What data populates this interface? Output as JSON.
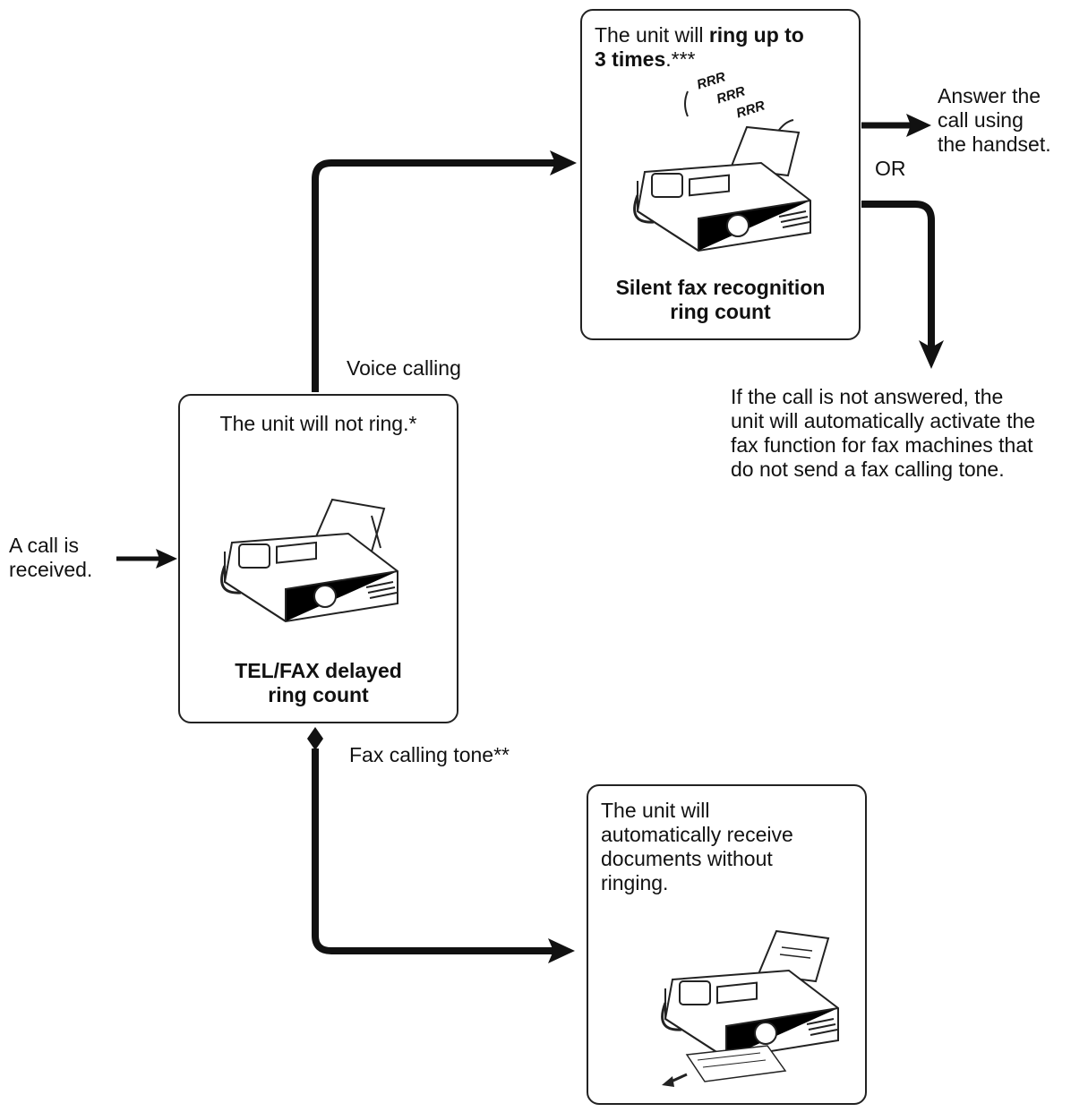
{
  "incoming": {
    "line1": "A call is",
    "line2": "received."
  },
  "delayed_box": {
    "note": "The unit will not ring.*",
    "title_line1": "TEL/FAX delayed",
    "title_line2": "ring count"
  },
  "voice_label": "Voice calling",
  "fax_tone_label": "Fax calling tone**",
  "silent_box": {
    "lead": "The unit will ",
    "lead_bold": "ring up to",
    "line2_bold": "3 times",
    "line2_rest": ".***",
    "ring_sound": [
      "RRR",
      "RRR",
      "RRR"
    ],
    "title_line1": "Silent fax recognition",
    "title_line2": "ring count"
  },
  "answer": {
    "line1": "Answer the",
    "line2": "call using",
    "line3": "the handset."
  },
  "or_label": "OR",
  "unanswered": [
    "If the call is not answered, the",
    "unit will automatically activate the",
    "fax function for fax machines that",
    "do not send a fax calling tone."
  ],
  "receive_box": [
    "The unit will",
    "automatically receive",
    "documents without",
    "ringing."
  ]
}
